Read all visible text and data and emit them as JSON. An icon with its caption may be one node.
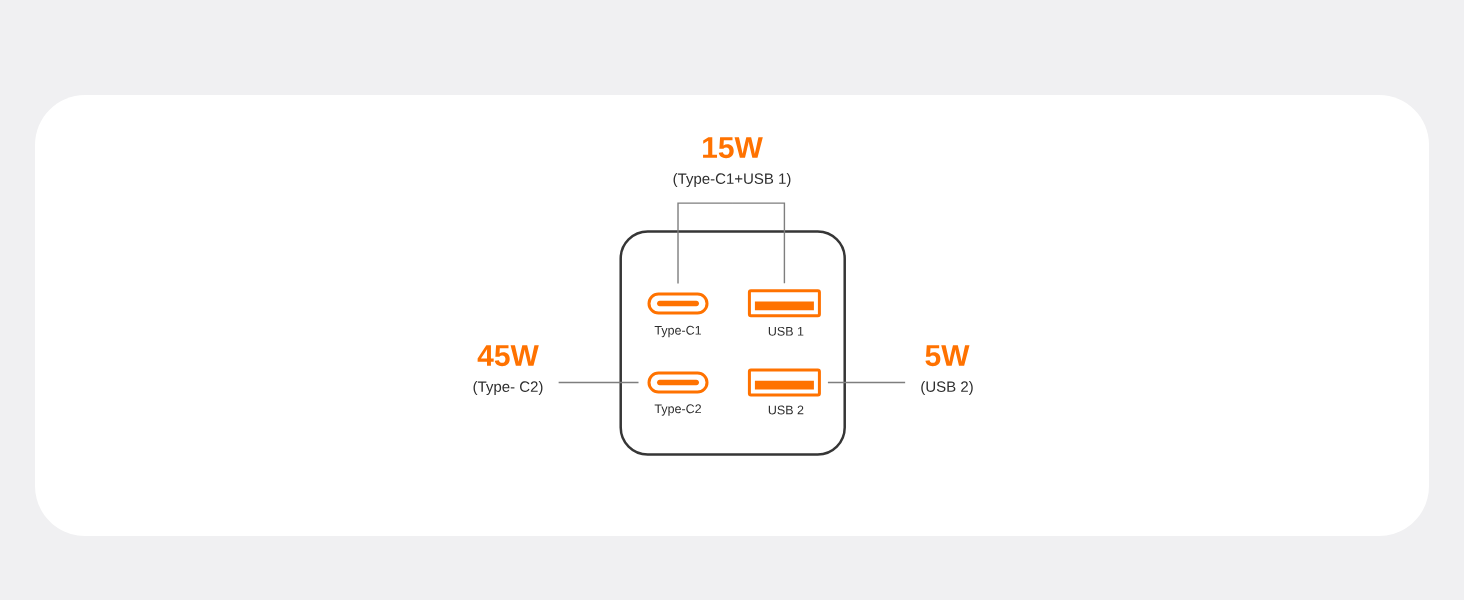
{
  "diagram": {
    "nodes": [
      {
        "text": [
          "15W",
          "(Type-C1+USB 1)"
        ]
      },
      {
        "text": [],
        "shape": "box"
      },
      {
        "text": [],
        "shape": "picture",
        "beside": [
          "Type-C1"
        ],
        "in": 1
      },
      {
        "text": [],
        "shape": "picture",
        "beside": [
          "USB 1"
        ],
        "in": 1
      },
      {
        "text": [
          "45W",
          "(Type- C2)"
        ]
      },
      {
        "text": [],
        "shape": "picture",
        "beside": [
          "Type-C2"
        ],
        "in": 1
      },
      {
        "text": [],
        "shape": "picture",
        "beside": [
          "USB 2"
        ],
        "in": 1
      },
      {
        "text": [
          "5W",
          "(USB 2)"
        ]
      }
    ],
    "edges": [
      {
        "from": 0,
        "to": 2,
        "arrow": "none"
      },
      {
        "from": 0,
        "to": 3,
        "arrow": "none"
      },
      {
        "from": 4,
        "to": 5,
        "arrow": "none"
      },
      {
        "from": 7,
        "to": 6,
        "arrow": "none"
      }
    ]
  }
}
